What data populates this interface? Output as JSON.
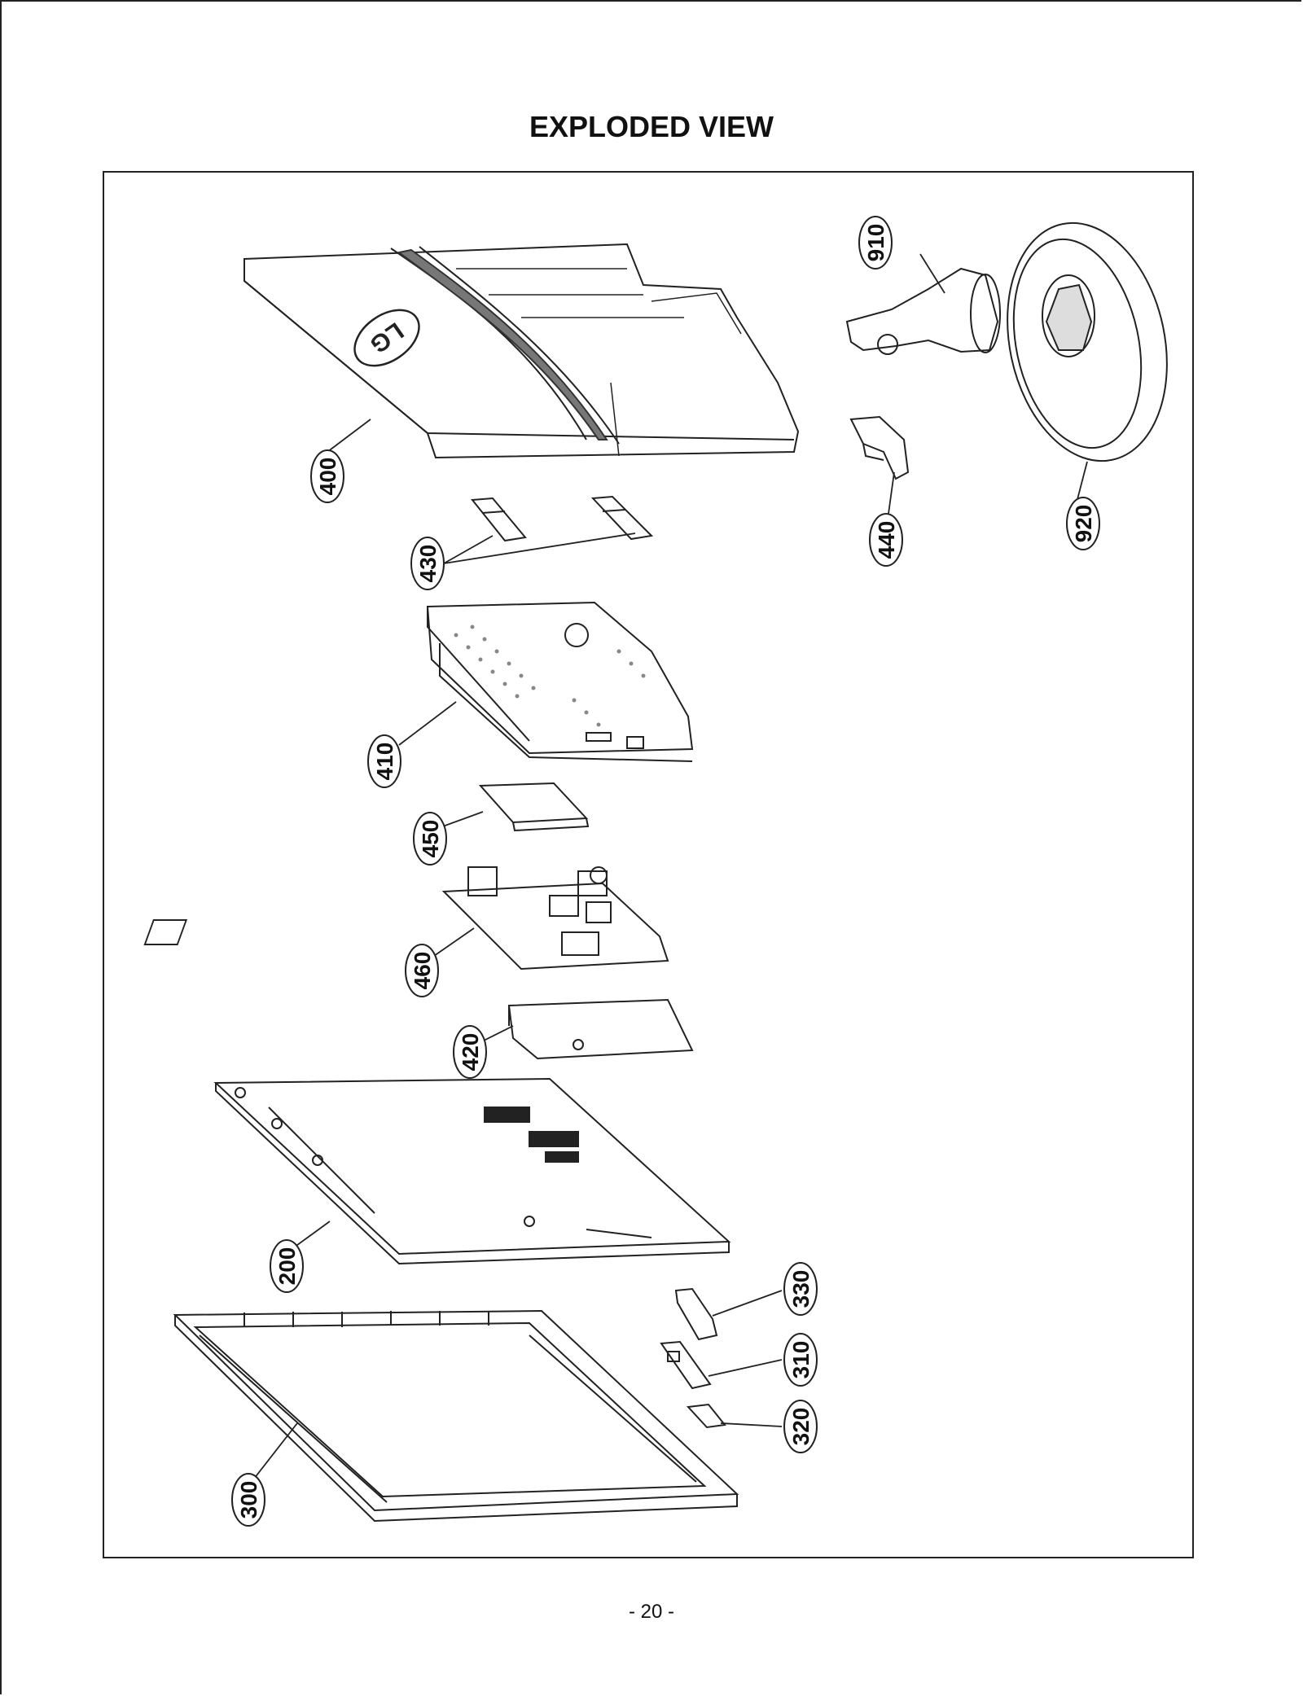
{
  "title": "EXPLODED VIEW",
  "page_number": "- 20 -",
  "logo_text": "LG",
  "callouts": {
    "c400": "400",
    "c430": "430",
    "c410": "410",
    "c450": "450",
    "c460": "460",
    "c420": "420",
    "c200": "200",
    "c300": "300",
    "c910": "910",
    "c920": "920",
    "c440": "440",
    "c330": "330",
    "c310": "310",
    "c320": "320"
  }
}
